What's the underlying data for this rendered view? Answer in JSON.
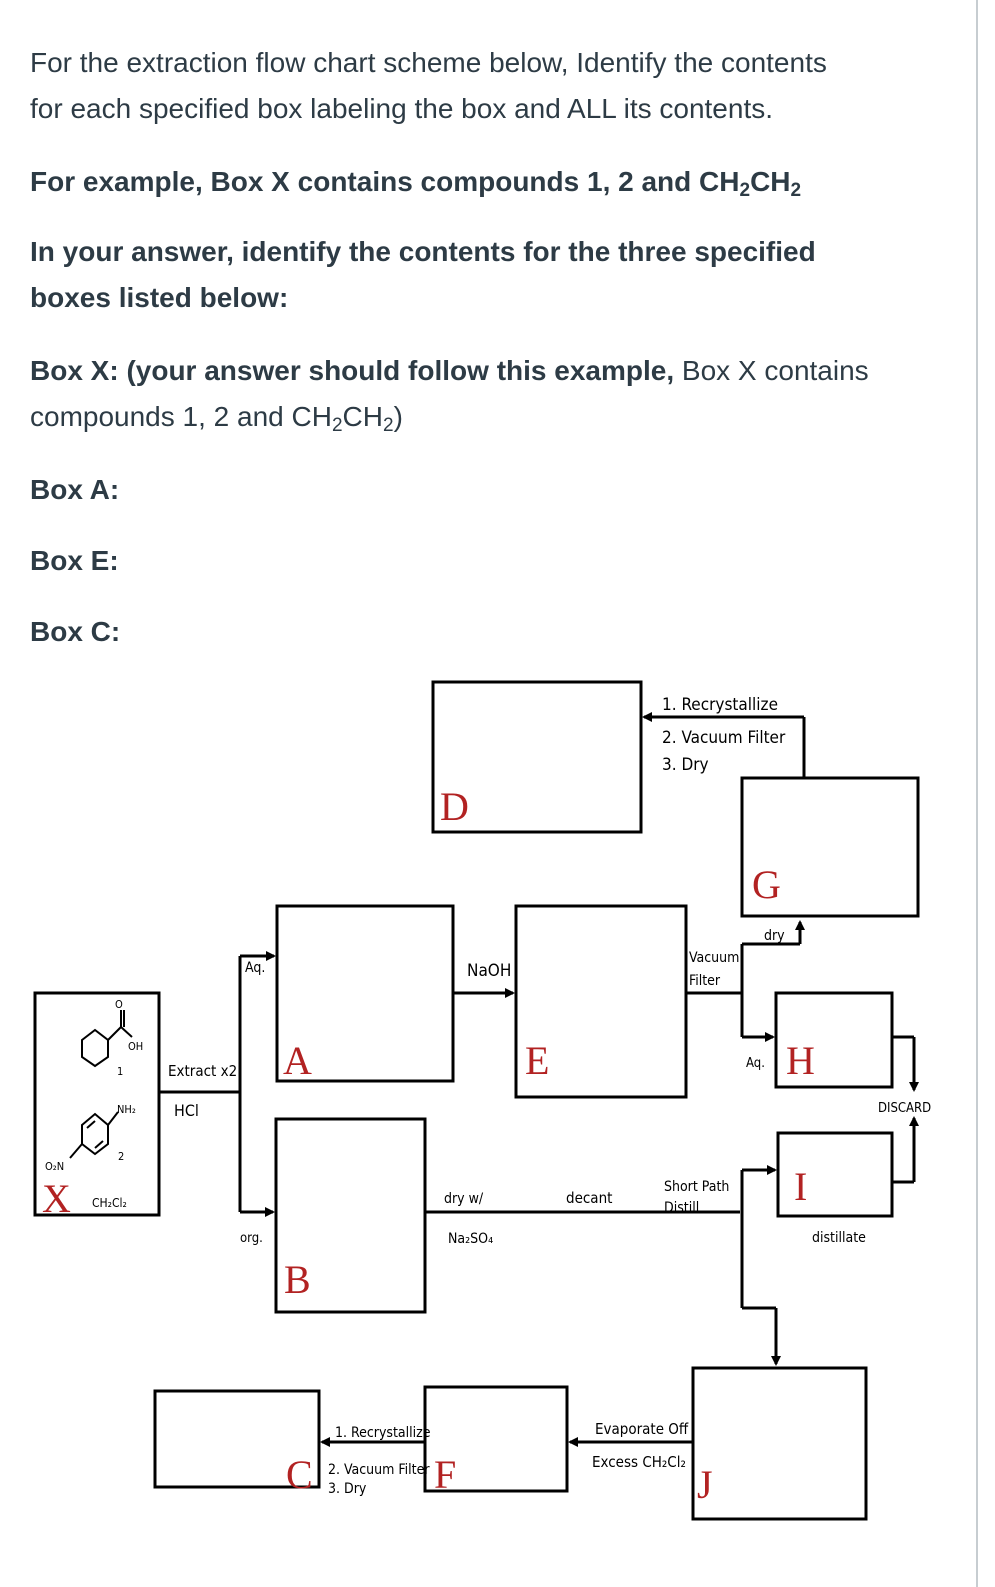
{
  "question": {
    "intro_line1": "For the extraction flow chart scheme below, Identify the contents",
    "intro_line2": "for each specified box labeling the box and ALL its contents.",
    "example_prefix": "For example, Box X contains compounds 1, 2 and CH",
    "instruction_line1": "In your answer, identify the contents for the three specified",
    "instruction_line2": "boxes listed below:",
    "boxx_bold": "Box X: (your answer should follow this example,",
    "boxx_normal": " Box X contains",
    "boxx_line2_prefix": "compounds 1, 2 and CH",
    "box_a": "Box A:",
    "box_e": "Box E:",
    "box_c": "Box C:"
  },
  "diagram": {
    "box_letters": {
      "A": "A",
      "B": "B",
      "C": "C",
      "D": "D",
      "E": "E",
      "F": "F",
      "G": "G",
      "H": "H",
      "I": "I",
      "J": "J",
      "X": "X"
    },
    "labels": {
      "recrystallize_top": "1. Recrystallize",
      "vacuum_filter_top": "2. Vacuum Filter",
      "dry_top": "3. Dry",
      "dry_g": "dry",
      "aq_a": "Aq.",
      "naoh": "NaOH",
      "vacuum_filter_mid_1": "Vacuum",
      "vacuum_filter_mid_2": "Filter",
      "aq_h": "Aq.",
      "extract": "Extract x2",
      "hcl": "HCl",
      "discard": "DISCARD",
      "org": "org.",
      "dry_w": "dry w/",
      "na2so4": "Na₂SO₄",
      "decant": "decant",
      "short_path_1": "Short Path",
      "short_path_2": "Distill",
      "distillate": "distillate",
      "recrystallize_bottom": "1. Recrystallize",
      "vacuum_filter_bottom": "2. Vacuum Filter",
      "dry_bottom": "3. Dry",
      "evaporate_1": "Evaporate Off",
      "evaporate_2": "Excess CH₂Cl₂",
      "x_solvent": "CH₂Cl₂",
      "cmpd1_num": "1",
      "cmpd2_num": "2",
      "oh": "OH",
      "o": "O",
      "nh2": "NH₂",
      "o2n": "O₂N"
    },
    "accent_color": "#b22222"
  }
}
